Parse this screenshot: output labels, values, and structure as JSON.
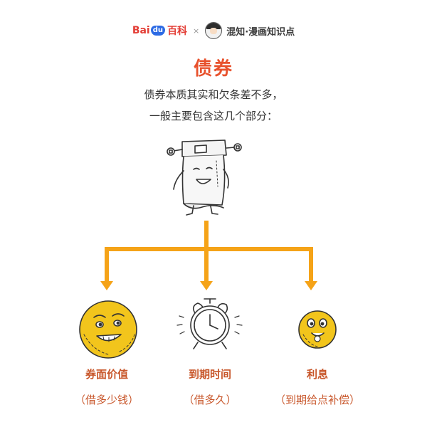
{
  "header": {
    "baidu_part1": "Bai",
    "baidu_part2": "du",
    "baike": "百科",
    "times": "×",
    "brand": "混知·漫画知识点"
  },
  "title": "债券",
  "description": [
    "债券本质其实和欠条差不多，",
    "一般主要包含这几个部分："
  ],
  "nodes": [
    {
      "label": "券面价值",
      "sub": "（借多少钱）",
      "icon": "coin-face-icon"
    },
    {
      "label": "到期时间",
      "sub": "（借多久）",
      "icon": "alarm-clock-icon"
    },
    {
      "label": "利息",
      "sub": "（到期给点补偿）",
      "icon": "small-coin-face-icon"
    }
  ],
  "colors": {
    "title": "#e8512c",
    "connector": "#f5a318",
    "node_text": "#c8562a",
    "coin": "#f2c51c"
  }
}
